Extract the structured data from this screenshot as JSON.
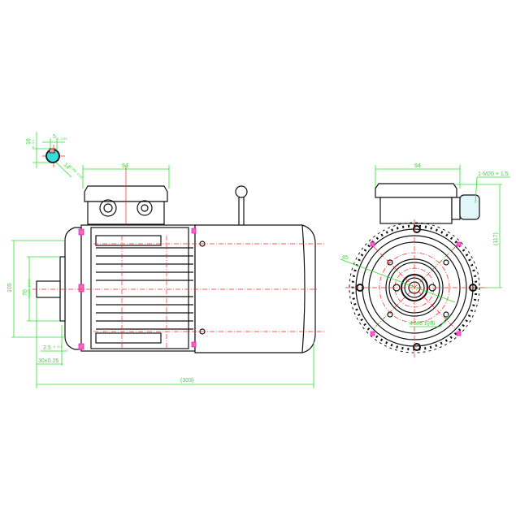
{
  "drawing": {
    "side_view": {
      "terminal_box_width": "94",
      "flange_diameter": "105",
      "shaft_diameter": "70",
      "shaft_diameter_tolerance": "+0.012 -0.007",
      "spigot_depth": "2.5",
      "spigot_tolerance": "0 -0.1",
      "shaft_length": "30±0.26",
      "overall_length": "(303)"
    },
    "key_detail": {
      "key_width": "5",
      "key_width_tolerance": "0 -0.03",
      "key_height": "16",
      "key_height_tolerance": "0 -0.1",
      "key_depth": "14",
      "key_depth_tolerance": "+0.006 -0.03"
    },
    "end_view": {
      "terminal_box_width": "94",
      "cable_gland": "1-M20 × 1.5",
      "terminal_height": "(117)",
      "pitch_diameter": "85",
      "bolt_holes": "4-M6 均布"
    },
    "colors": {
      "outline": "#111111",
      "centerline": "#ff2020",
      "dimension": "#33dd33",
      "key": "#33dddd",
      "marker": "#dd22dd"
    }
  }
}
